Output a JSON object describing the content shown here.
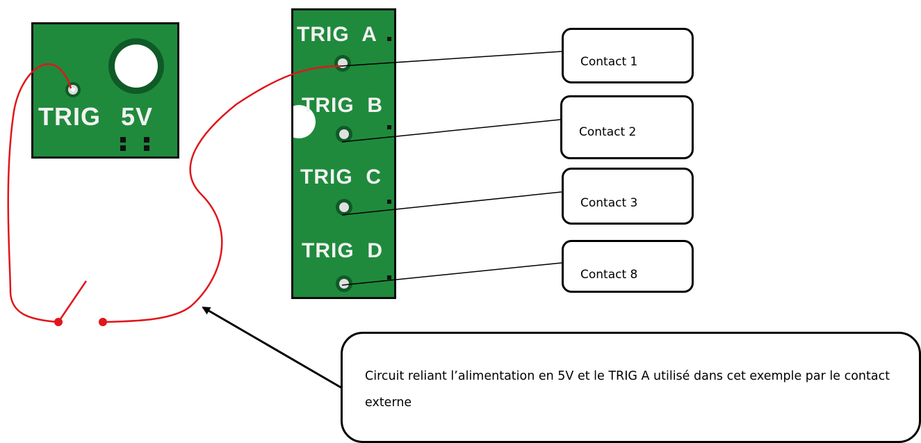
{
  "board_left": {
    "labels": [
      "TRIG",
      "5V"
    ]
  },
  "board_right": {
    "labels": [
      "TRIG  A",
      "TRIG  B",
      "TRIG  C",
      "TRIG  D"
    ]
  },
  "callouts": [
    "Contact 1",
    "Contact 2",
    "Contact 3",
    "Contact 8"
  ],
  "note": "Circuit reliant l’alimentation en 5V et le TRIG A utilisé dans cet exemple par le contact externe",
  "colors": {
    "pcb": "#1f8a3c",
    "wire": "#e0161b",
    "silk": "#f2f2f2",
    "line": "#000000"
  }
}
